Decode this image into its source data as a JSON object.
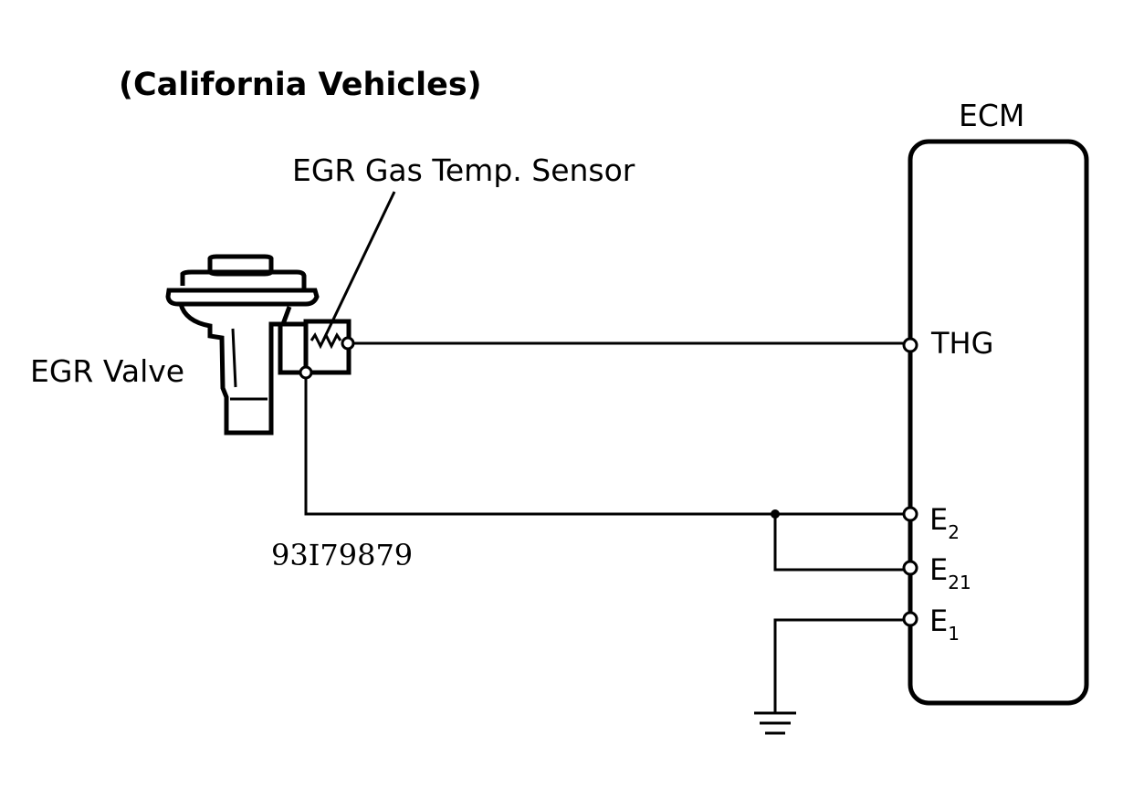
{
  "title": "(California Vehicles)",
  "components": {
    "ecm": "ECM",
    "egr_gas_temp_sensor": "EGR Gas Temp. Sensor",
    "egr_valve": "EGR Valve"
  },
  "ecm_terminals": [
    {
      "name": "THG",
      "base": "THG",
      "sub": ""
    },
    {
      "name": "E2",
      "base": "E",
      "sub": "2"
    },
    {
      "name": "E21",
      "base": "E",
      "sub": "21"
    },
    {
      "name": "E1",
      "base": "E",
      "sub": "1"
    }
  ],
  "figure_code": "93I79879",
  "icons": [
    "egr-valve-icon",
    "thermistor-icon",
    "ground-icon",
    "terminal-circle-icon",
    "junction-dot-icon"
  ]
}
